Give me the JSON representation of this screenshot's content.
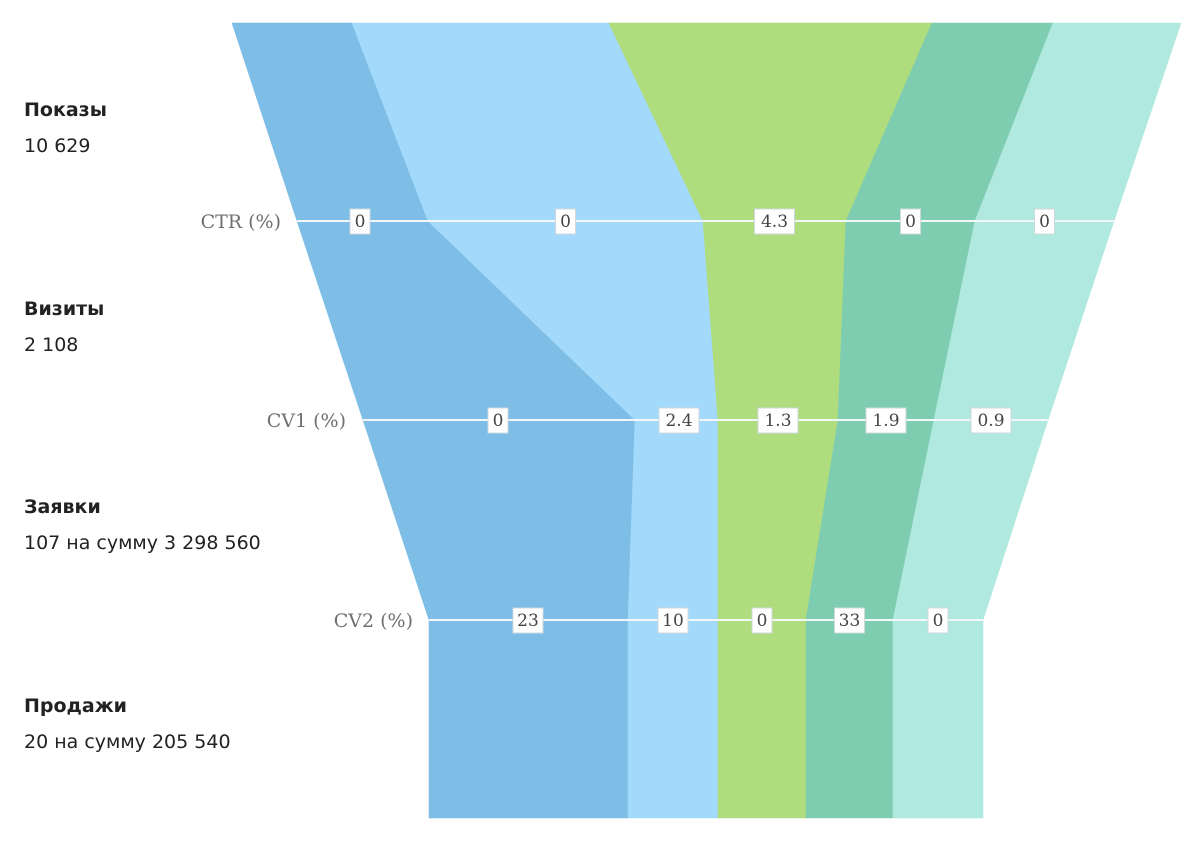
{
  "stages": [
    {
      "name": "Показы",
      "value": "10 629"
    },
    {
      "name": "Визиты",
      "value": "2 108"
    },
    {
      "name": "Заявки",
      "value": "107 на сумму 3 298 560"
    },
    {
      "name": "Продажи",
      "value": "20 на сумму 205 540"
    }
  ],
  "chart_data": {
    "type": "funnel",
    "rates": [
      {
        "label": "CTR (%)",
        "values": [
          "0",
          "0",
          "4.3",
          "0",
          "0"
        ]
      },
      {
        "label": "CV1 (%)",
        "values": [
          "0",
          "2.4",
          "1.3",
          "1.9",
          "0.9"
        ]
      },
      {
        "label": "CV2 (%)",
        "values": [
          "23",
          "10",
          "0",
          "33",
          "0"
        ]
      }
    ],
    "series_colors": [
      "#7dbde6",
      "#a3d9fa",
      "#afdc7d",
      "#7fcdb0",
      "#b0e9df"
    ],
    "line_color": "#f2f8fa"
  }
}
